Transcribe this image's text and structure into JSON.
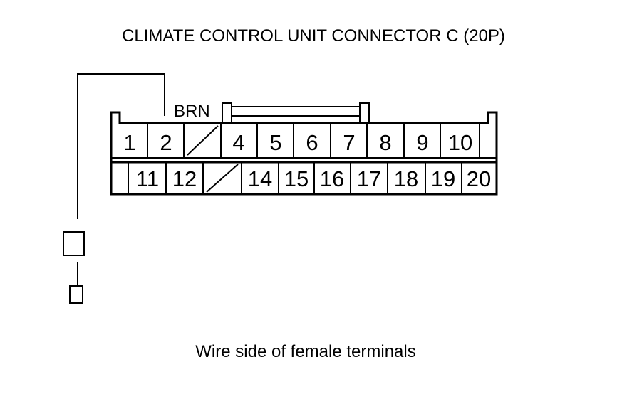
{
  "title": "CLIMATE CONTROL UNIT CONNECTOR C (20P)",
  "wire_color": "BRN",
  "caption": "Wire side of female terminals",
  "connector": {
    "top_row": [
      "1",
      "2",
      "",
      "4",
      "5",
      "6",
      "7",
      "8",
      "9",
      "10"
    ],
    "bottom_row": [
      "11",
      "12",
      "",
      "14",
      "15",
      "16",
      "17",
      "18",
      "19",
      "20"
    ],
    "empty_cavities": [
      "3",
      "13"
    ],
    "wired_pin": "2"
  }
}
